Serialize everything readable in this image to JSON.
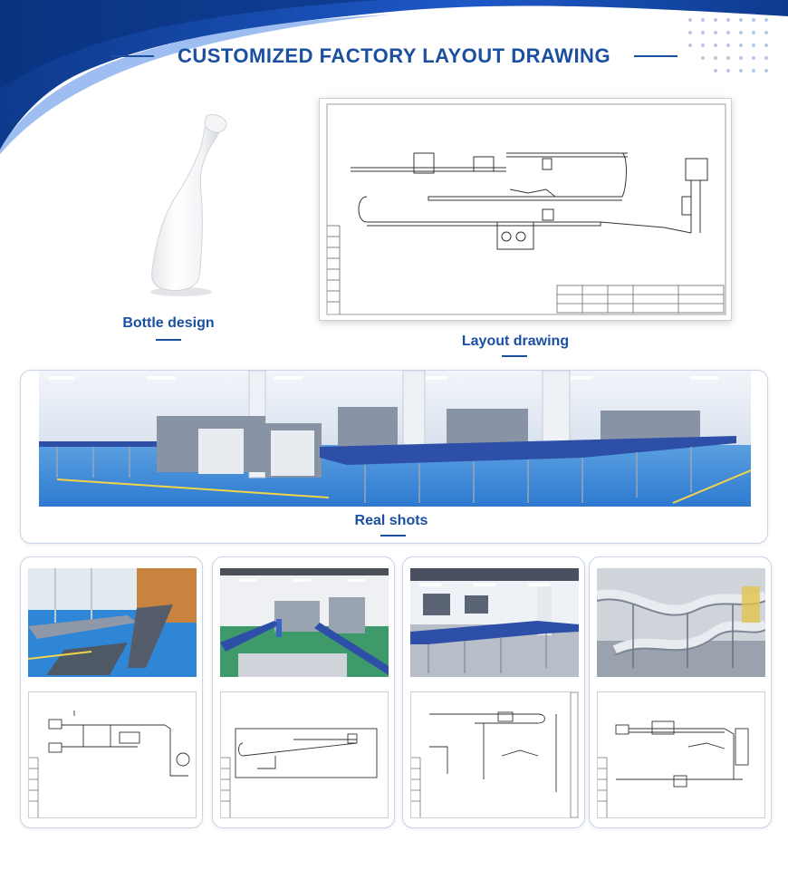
{
  "header": {
    "title": "CUSTOMIZED FACTORY LAYOUT DRAWING",
    "colors": {
      "brand": "#1b4fa0",
      "wave_dark": "#0d3a8c",
      "wave_light": "#2e6ad6"
    }
  },
  "bottle": {
    "caption": "Bottle design",
    "icon": "white-bottle-icon"
  },
  "layout": {
    "caption": "Layout drawing"
  },
  "real_shots": {
    "caption": "Real shots"
  },
  "gallery": {
    "cards": [
      {
        "photo": "factory-photo-1",
        "drawing": "layout-drawing-1"
      },
      {
        "photo": "factory-photo-2",
        "drawing": "layout-drawing-2"
      },
      {
        "photo": "factory-photo-3",
        "drawing": "layout-drawing-3"
      },
      {
        "photo": "factory-photo-4",
        "drawing": "layout-drawing-4"
      }
    ]
  }
}
